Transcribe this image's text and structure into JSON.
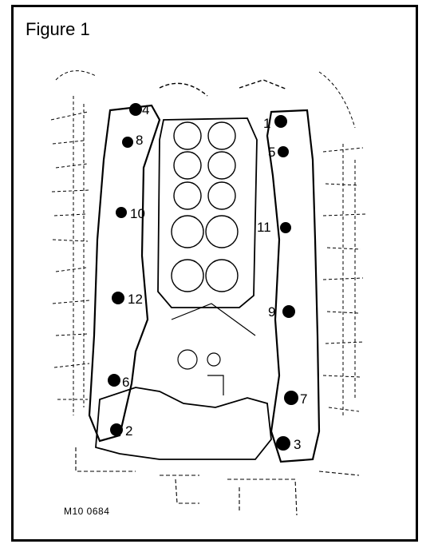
{
  "figure": {
    "title": "Figure 1",
    "code": "M10 0684"
  },
  "bolt_labels": [
    "1",
    "2",
    "3",
    "4",
    "5",
    "6",
    "7",
    "8",
    "9",
    "10",
    "11",
    "12"
  ],
  "colors": {
    "ink": "#000000",
    "paper": "#ffffff"
  }
}
